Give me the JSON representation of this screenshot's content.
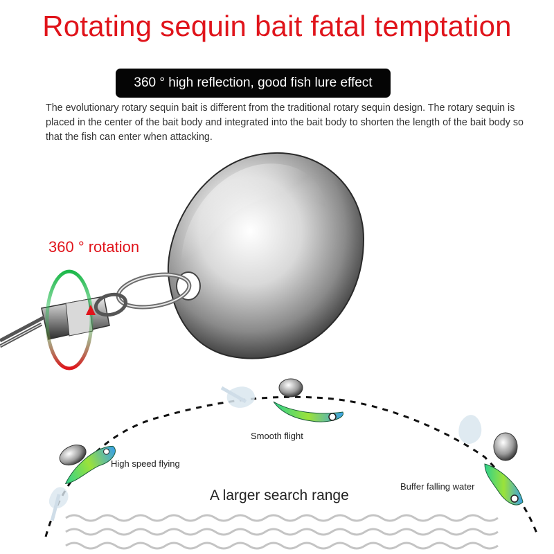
{
  "title": "Rotating sequin bait fatal temptation",
  "badge": "360 ° high reflection, good fish lure effect",
  "description": "The evolutionary rotary sequin bait is different from the traditional rotary sequin design. The rotary sequin is placed in the center of the bait body and integrated into the bait body to shorten the length of the bait body so that the fish can enter when attacking.",
  "rotation_label": "360 ° rotation",
  "labels": {
    "high_speed": "High speed flying",
    "smooth": "Smooth flight",
    "buffer": "Buffer falling water",
    "range": "A larger search range"
  },
  "colors": {
    "accent_red": "#e0141b",
    "badge_bg": "#050505",
    "arrow_green": "#1db84a",
    "wave_gray": "#c4c4c4"
  },
  "icons": [
    "spinner-blade",
    "swivel-icon",
    "rotation-arrow-icon",
    "lure-icon",
    "wave-icon"
  ]
}
